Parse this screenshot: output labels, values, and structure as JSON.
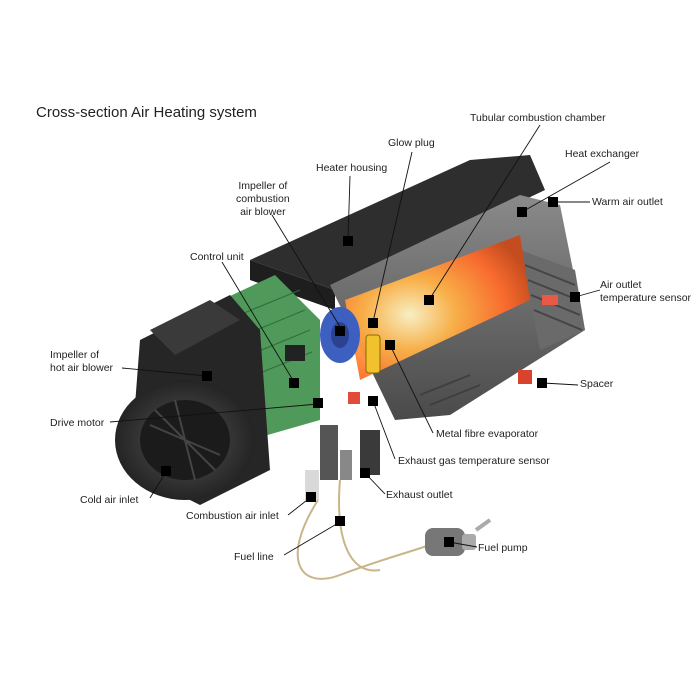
{
  "title": "Cross-section Air Heating system",
  "labels": {
    "tubular_combustion_chamber": "Tubular combustion chamber",
    "glow_plug": "Glow plug",
    "heater_housing": "Heater housing",
    "heat_exchanger": "Heat exchanger",
    "impeller_combustion_blower": "Impeller of\ncombustion\nair blower",
    "warm_air_outlet": "Warm air outlet",
    "control_unit": "Control unit",
    "air_outlet_temperature_sensor": "Air outlet\ntemperature sensor",
    "impeller_hot_air_blower": "Impeller of\nhot air blower",
    "spacer": "Spacer",
    "drive_motor": "Drive motor",
    "metal_fibre_evaporator": "Metal fibre evaporator",
    "exhaust_gas_temperature_sensor": "Exhaust gas temperature sensor",
    "cold_air_inlet": "Cold air inlet",
    "exhaust_outlet": "Exhaust outlet",
    "combustion_air_inlet": "Combustion air inlet",
    "fuel_line": "Fuel line",
    "fuel_pump": "Fuel pump"
  },
  "colors": {
    "housing_dark": "#2b2b2b",
    "flame_orange": "#ff7a2a",
    "blower_blue": "#3d5fc0",
    "circuit_green": "#4f9a5a",
    "marker": "#000000"
  }
}
